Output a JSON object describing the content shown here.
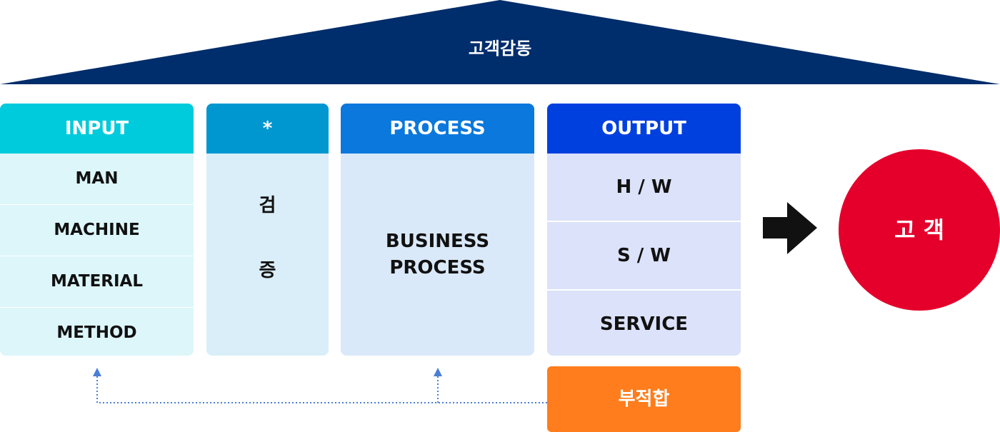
{
  "roof": {
    "title": "고객감동"
  },
  "input": {
    "header": "INPUT",
    "items": [
      "MAN",
      "MACHINE",
      "MATERIAL",
      "METHOD"
    ]
  },
  "verify": {
    "header": "*",
    "chars": [
      "검",
      "증"
    ]
  },
  "process": {
    "header": "PROCESS",
    "body_line1": "BUSINESS",
    "body_line2": "PROCESS"
  },
  "output": {
    "header": "OUTPUT",
    "items": [
      "H / W",
      "S / W",
      "SERVICE"
    ]
  },
  "reject": {
    "label": "부적합"
  },
  "customer": {
    "label": "고 객"
  },
  "colors": {
    "roof": "#002d6b",
    "input_header": "#00cbdc",
    "verify_header": "#0097d0",
    "process_header": "#0a78dc",
    "output_header": "#0040df",
    "reject": "#ff7d1c",
    "customer": "#e4002b",
    "arrow": "#111111",
    "feedback_line": "#4a7fd6"
  }
}
